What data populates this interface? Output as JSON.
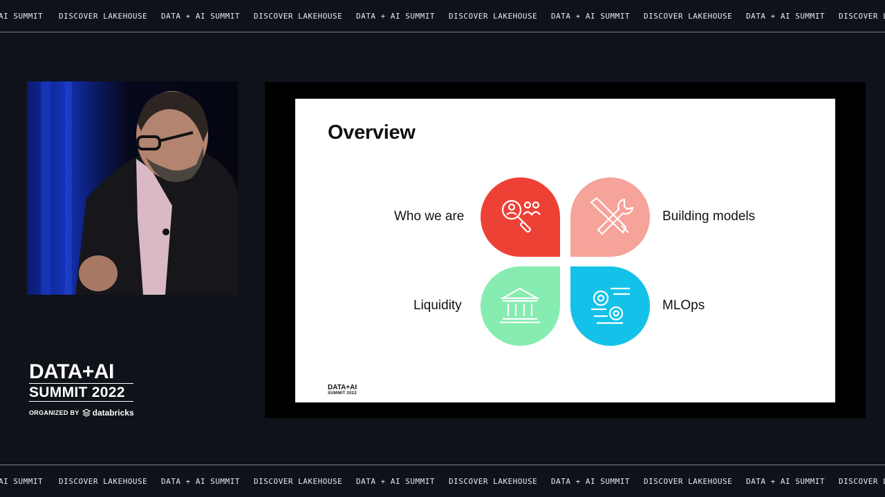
{
  "ticker": {
    "items": [
      "AI SUMMIT",
      "DISCOVER LAKEHOUSE",
      "DATA + AI SUMMIT",
      "DISCOVER LAKEHOUSE",
      "DATA + AI SUMMIT",
      "DISCOVER LAKEHOUSE",
      "DATA + AI SUMMIT",
      "DISCOVER LAKEHOUSE",
      "DATA + AI SUMMIT",
      "DISCOVER LA"
    ]
  },
  "brand": {
    "line1": "DATA+AI",
    "line2": "SUMMIT 2022",
    "organized_by": "ORGANIZED BY",
    "company": "databricks"
  },
  "slide": {
    "title": "Overview",
    "items": [
      {
        "label": "Who we are",
        "icon": "people-search-icon",
        "color": "#ee4136"
      },
      {
        "label": "Building models",
        "icon": "tools-icon",
        "color": "#f6a399"
      },
      {
        "label": "Liquidity",
        "icon": "bank-icon",
        "color": "#86ecb0"
      },
      {
        "label": "MLOps",
        "icon": "gears-icon",
        "color": "#14c1e8"
      }
    ],
    "logo": {
      "line1": "DATA+AI",
      "line2": "SUMMIT 2022"
    }
  }
}
